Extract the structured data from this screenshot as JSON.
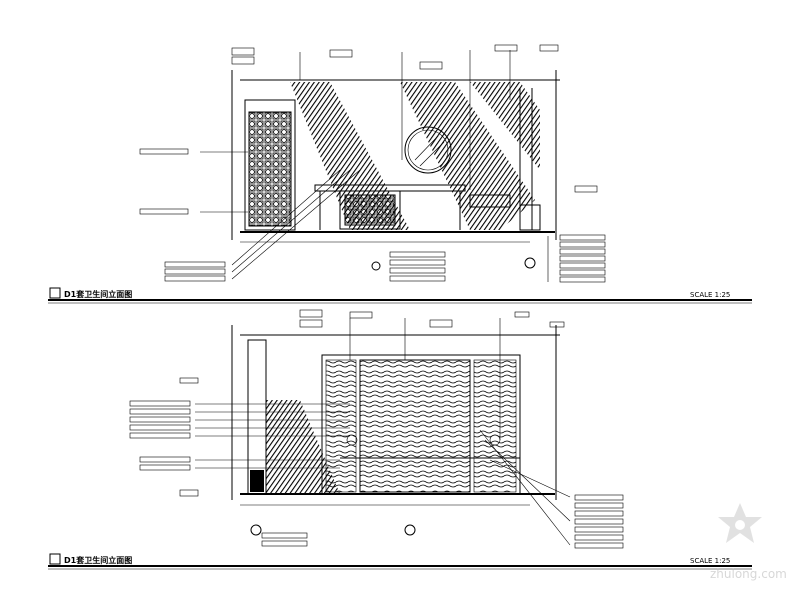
{
  "drawings": [
    {
      "title": "D1套卫生间立面图",
      "scale": "SCALE 1:25"
    },
    {
      "title": "D1套卫生间立面图",
      "scale": "SCALE 1:25"
    }
  ],
  "watermark": {
    "text": "zhulong.com"
  }
}
